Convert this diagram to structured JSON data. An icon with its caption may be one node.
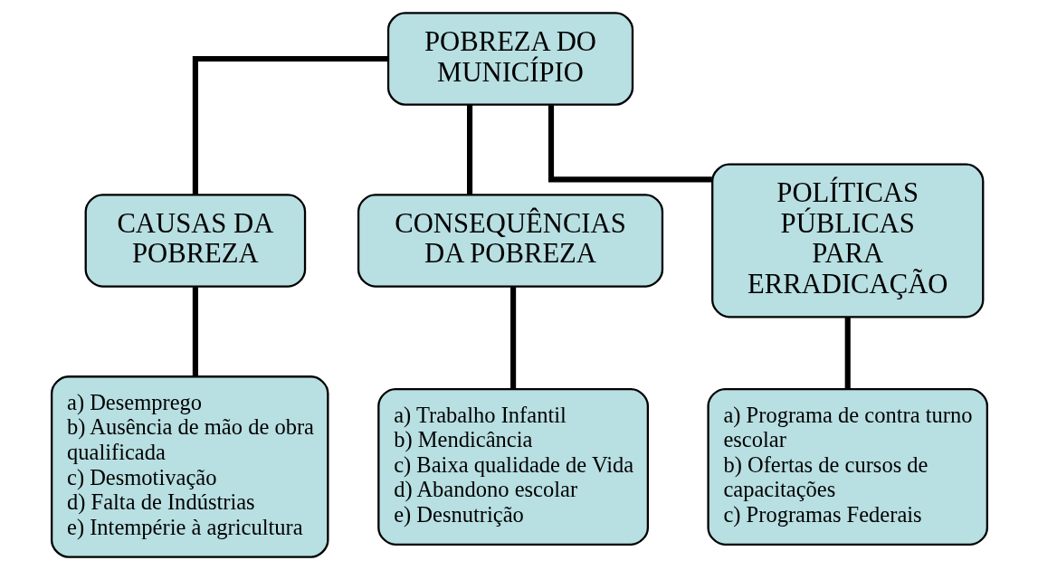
{
  "diagram": {
    "nodes": [
      {
        "text": [
          "POBREZA DO MUNICÍPIO"
        ]
      },
      {
        "text": [
          "CAUSAS DA POBREZA"
        ]
      },
      {
        "text": [
          "CONSEQUÊNCIAS DA POBREZA"
        ]
      },
      {
        "text": [
          "POLÍTICAS PÚBLICAS PARA ERRADICAÇÃO"
        ]
      },
      {
        "text": [
          "a) Desemprego",
          "b) Ausência de mão de obra qualificada",
          "c) Desmotivação",
          "d) Falta de Indústrias",
          "e) Intempérie à agricultura"
        ]
      },
      {
        "text": [
          "a) Trabalho Infantil",
          "b) Mendicância",
          "c) Baixa qualidade de Vida",
          "d) Abandono escolar",
          "e) Desnutrição"
        ]
      },
      {
        "text": [
          "a) Programa de contra turno escolar",
          "b) Ofertas de cursos de capacitações",
          "c) Programas Federais"
        ]
      }
    ],
    "edges": [
      {
        "from": 0,
        "to": 1,
        "arrow": "none"
      },
      {
        "from": 0,
        "to": 2,
        "arrow": "none"
      },
      {
        "from": 0,
        "to": 3,
        "arrow": "none"
      },
      {
        "from": 1,
        "to": 4,
        "arrow": "none"
      },
      {
        "from": 2,
        "to": 5,
        "arrow": "none"
      },
      {
        "from": 3,
        "to": 6,
        "arrow": "none"
      }
    ]
  }
}
